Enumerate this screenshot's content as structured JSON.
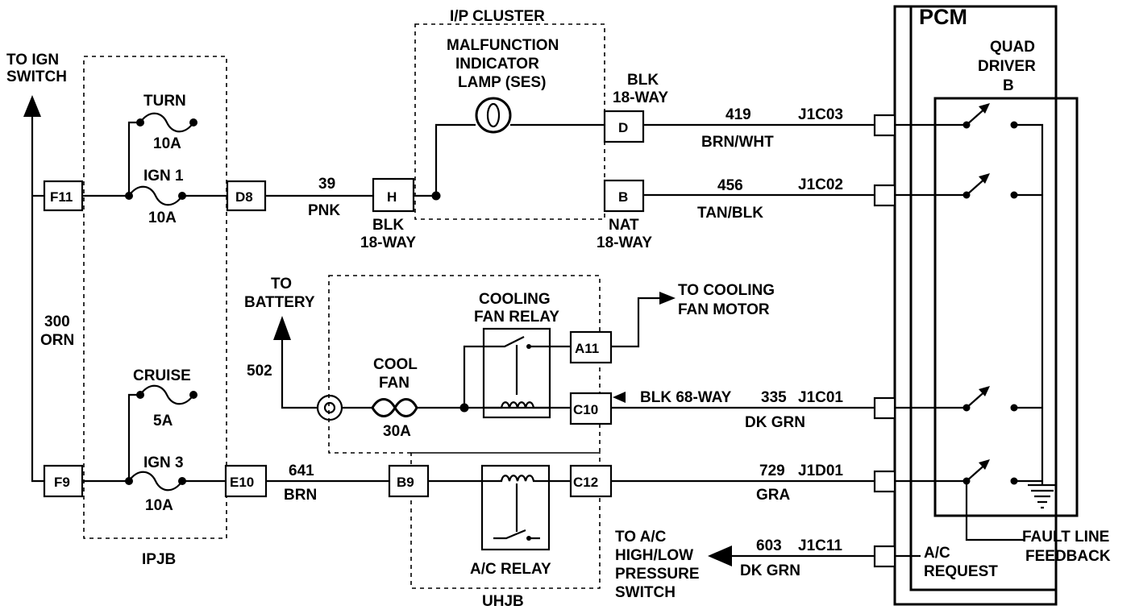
{
  "labels": {
    "to_ign_switch_1": "TO IGN",
    "to_ign_switch_2": "SWITCH",
    "wire_300_1": "300",
    "wire_300_2": "ORN",
    "turn": "TURN",
    "turn_amp": "10A",
    "ign1": "IGN 1",
    "ign1_amp": "10A",
    "cruise": "CRUISE",
    "cruise_amp": "5A",
    "ign3": "IGN 3",
    "ign3_amp": "10A",
    "ipjb": "IPJB",
    "ip_cluster": "I/P CLUSTER",
    "mil_1": "MALFUNCTION",
    "mil_2": "INDICATOR",
    "mil_3": "LAMP (SES)",
    "wire_39_num": "39",
    "wire_39_color": "PNK",
    "h_conn_1": "BLK",
    "h_conn_2": "18-WAY",
    "d_conn_1": "BLK",
    "d_conn_2": "18-WAY",
    "b_conn_1": "NAT",
    "b_conn_2": "18-WAY",
    "wire_419_num": "419",
    "wire_419_color": "BRN/WHT",
    "wire_456_num": "456",
    "wire_456_color": "TAN/BLK",
    "pin_j1c03": "J1C03",
    "pin_j1c02": "J1C02",
    "pin_j1c01": "J1C01",
    "pin_j1d01": "J1D01",
    "pin_j1c11": "J1C11",
    "pcm": "PCM",
    "quad_1": "QUAD",
    "quad_2": "DRIVER",
    "quad_3": "B",
    "to_battery_1": "TO",
    "to_battery_2": "BATTERY",
    "wire_502": "502",
    "cool_fan_1": "COOL",
    "cool_fan_2": "FAN",
    "cool_fan_amp": "30A",
    "cfr_1": "COOLING",
    "cfr_2": "FAN RELAY",
    "to_cfm_1": "TO COOLING",
    "to_cfm_2": "FAN MOTOR",
    "blk68": "BLK 68-WAY",
    "wire_335_num": "335",
    "wire_335_color": "DK GRN",
    "wire_641_num": "641",
    "wire_641_color": "BRN",
    "wire_729_num": "729",
    "wire_729_color": "GRA",
    "ac_relay": "A/C RELAY",
    "uhjb": "UHJB",
    "to_ac_1": "TO A/C",
    "to_ac_2": "HIGH/LOW",
    "to_ac_3": "PRESSURE",
    "to_ac_4": "SWITCH",
    "wire_603_num": "603",
    "wire_603_color": "DK GRN",
    "ac_req_1": "A/C",
    "ac_req_2": "REQUEST",
    "fault_1": "FAULT LINE",
    "fault_2": "FEEDBACK"
  },
  "connectors": {
    "f11": "F11",
    "f9": "F9",
    "d8": "D8",
    "e10": "E10",
    "h": "H",
    "b9": "B9",
    "d": "D",
    "b": "B",
    "a11": "A11",
    "c10": "C10",
    "c12": "C12"
  },
  "colors": {
    "ink": "#000000",
    "background": "#ffffff"
  }
}
